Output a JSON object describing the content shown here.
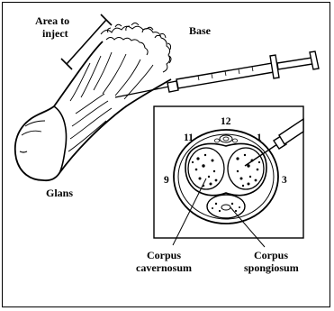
{
  "labels": {
    "area_line1": "Area to",
    "area_line2": "inject",
    "base": "Base",
    "glans": "Glans",
    "clock_12": "12",
    "clock_11": "11",
    "clock_1": "1",
    "clock_9": "9",
    "clock_3": "3",
    "cc_line1": "Corpus",
    "cc_line2": "cavernosum",
    "cs_line1": "Corpus",
    "cs_line2": "spongiosum"
  }
}
